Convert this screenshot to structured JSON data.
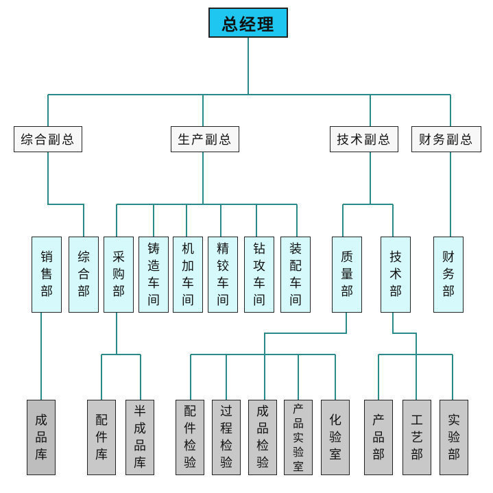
{
  "root": "总经理",
  "vps": {
    "general": "综合副总",
    "production": "生产副总",
    "technology": "技术副总",
    "finance": "财务副总"
  },
  "depts": {
    "sales": "销\n售\n部",
    "general_dept": "综\n合\n部",
    "purchasing": "采\n购\n部",
    "casting": "铸\n造\n车\n间",
    "machining": "机\n加\n车\n间",
    "finishing": "精\n铰\n车\n间",
    "drilling": "钻\n攻\n车\n间",
    "assembly": "装\n配\n车\n间",
    "quality": "质\n量\n部",
    "tech_dept": "技\n术\n部",
    "finance_dept": "财\n务\n部"
  },
  "leaves": {
    "finished_warehouse": "成\n品\n库",
    "parts_warehouse": "配\n件\n库",
    "semi_warehouse": "半\n成\n品\n库",
    "parts_inspection": "配\n件\n检\n验",
    "process_inspection": "过\n程\n检\n验",
    "product_inspection": "成\n品\n检\n验",
    "product_lab": "产\n品\n实\n验\n室",
    "chem_lab": "化\n验\n室",
    "product_dept": "产\n品\n部",
    "craft_dept": "工\n艺\n部",
    "lab_dept": "实\n验\n部"
  },
  "colors": {
    "root_fill": "#1ec6f0",
    "dept_fill": "#d6fafb",
    "leaf_fill": "#c8c8c8",
    "connector": "#2a8a8a"
  }
}
